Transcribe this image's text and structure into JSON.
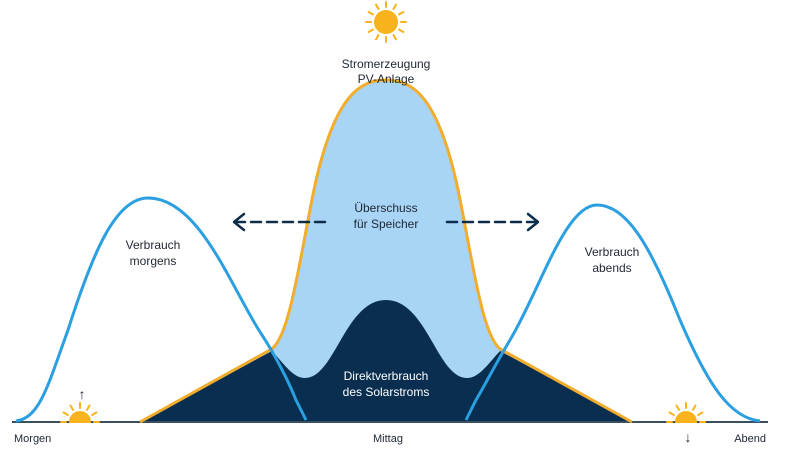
{
  "labels": {
    "production_line1": "Stromerzeugung",
    "production_line2": "PV-Anlage",
    "surplus_line1": "Überschuss",
    "surplus_line2": "für Speicher",
    "morning_use_line1": "Verbrauch",
    "morning_use_line2": "morgens",
    "evening_use_line1": "Verbrauch",
    "evening_use_line2": "abends",
    "direct_use_line1": "Direktverbrauch",
    "direct_use_line2": "des Solarstroms"
  },
  "axis": {
    "morning": "Morgen",
    "noon": "Mittag",
    "evening": "Abend",
    "sunrise_arrow": "↑",
    "sunset_arrow": "↓"
  },
  "icons": {
    "top_sun": "sun-icon",
    "sunrise": "sunrise-icon",
    "sunset": "sunset-icon",
    "left_arrow": "dashed-arrow-left-icon",
    "right_arrow": "dashed-arrow-right-icon"
  },
  "colors": {
    "production_stroke": "#f2ad2c",
    "consumption_stroke": "#2b9fe0",
    "surplus_fill": "#a8d4f5",
    "direct_fill": "#0a2e4f",
    "sun": "#f8b21c",
    "text": "#1f2733",
    "baseline": "#3a5060",
    "arrow": "#0d2c4a"
  }
}
